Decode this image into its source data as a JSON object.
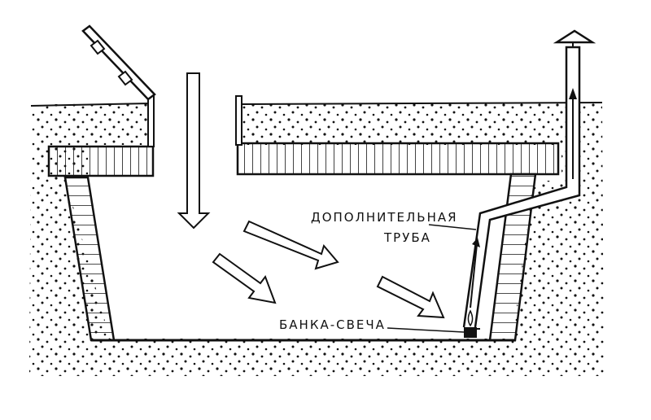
{
  "labels": {
    "extra_pipe_line1": "ДОПОЛНИТЕЛЬНАЯ",
    "extra_pipe_line2": "ТРУБА",
    "candle_jar": "БАНКА-СВЕЧА"
  },
  "colors": {
    "ink": "#111111",
    "paper": "#ffffff"
  }
}
